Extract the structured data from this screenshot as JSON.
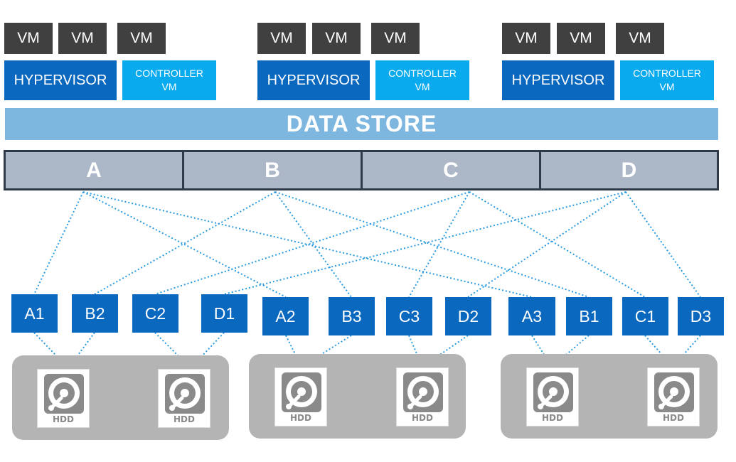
{
  "hosts": [
    {
      "vms": [
        "VM",
        "VM",
        "VM"
      ],
      "hypervisor": "HYPERVISOR",
      "controller": "CONTROLLER VM"
    },
    {
      "vms": [
        "VM",
        "VM",
        "VM"
      ],
      "hypervisor": "HYPERVISOR",
      "controller": "CONTROLLER VM"
    },
    {
      "vms": [
        "VM",
        "VM",
        "VM"
      ],
      "hypervisor": "HYPERVISOR",
      "controller": "CONTROLLER VM"
    }
  ],
  "data_store": "DATA STORE",
  "segments": [
    "A",
    "B",
    "C",
    "D"
  ],
  "chunks": [
    "A1",
    "B2",
    "C2",
    "D1",
    "A2",
    "B3",
    "C3",
    "D2",
    "A3",
    "B1",
    "C1",
    "D3"
  ],
  "disks": [
    "HDD",
    "HDD",
    "HDD",
    "HDD",
    "HDD",
    "HDD"
  ],
  "colors": {
    "vm": "#404040",
    "hypervisor": "#0a68be",
    "controller": "#0aaaee",
    "data_store": "#7db7e0",
    "segment": "#acb7c8",
    "chunk": "#0a68be",
    "link": "#2b9be0",
    "disk_group": "#b4b4b4"
  }
}
